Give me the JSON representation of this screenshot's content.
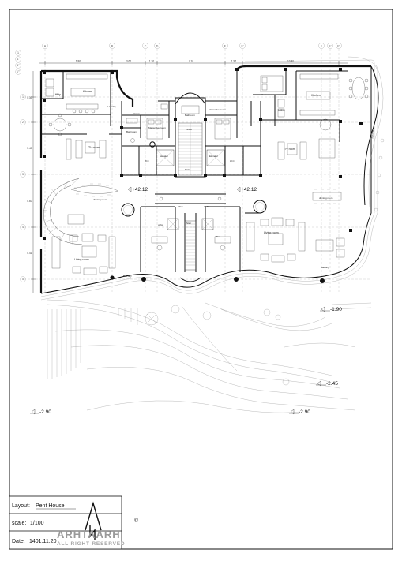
{
  "title_block": {
    "layout_label": "Layout:",
    "layout_value": "Pent House",
    "scale_label": "scale:",
    "scale_value": "1/100",
    "date_label": "Date:",
    "date_value": "1401.11.20",
    "logo_text": "ARHTAARH",
    "rights_text": "ALL RIGHT RESERVED",
    "copyright_mark": "©"
  },
  "grid_axes": {
    "columns": [
      "A",
      "B",
      "C",
      "D",
      "E",
      "E'",
      "F",
      "F'",
      "F''"
    ],
    "rows": [
      "1",
      "2",
      "3",
      "4",
      "5"
    ],
    "top_rows": [
      "1",
      "1'",
      "1''",
      "1'''"
    ]
  },
  "dimensions": [
    "6.80",
    "3.60",
    "1.30",
    "7.10",
    "1.97",
    "10.40"
  ],
  "side_dimensions": [
    "5.30",
    "5.40",
    "5.60",
    "5.41"
  ],
  "levels": {
    "upper_left": "+42.12",
    "upper_right": "+42.12",
    "east_1": "-1.90",
    "east_2": "-2.45",
    "south_left": "-2.90",
    "south_right": "-2.90"
  },
  "rooms": {
    "utility_left": "Utility",
    "kitchen_left": "Kitchen",
    "laundry": "Laundry",
    "closet": "Closet",
    "bathroom_center": "Bathroom",
    "master_bedroom_left": "Master bedroom",
    "master_bedroom_right": "Master bedroom",
    "bathroom_left": "Bathroom",
    "wc_left": "W.C",
    "wc_right": "W.C",
    "elevator_left": "Elevator",
    "elevator_right": "Elevator",
    "stair_main": "Stair",
    "shaft": "Shaft",
    "tv_room_left": "TV room",
    "tv_room_right": "TV room",
    "master_bedroom_top": "Master bedroom",
    "utility_right": "Utility",
    "kitchen_right": "Kitchen",
    "dining_left": "dinning room",
    "dining_right": "dinning room",
    "office_left": "office",
    "office_right": "office",
    "stair_lower": "Stair",
    "wc_mid_left": "W.C",
    "wc_mid_right": "W.C",
    "living_left": "Living room",
    "living_right": "Living room",
    "balcony_left": "Balcony",
    "balcony_right": "Balcony",
    "balcony_east": "Balcony"
  },
  "colors": {
    "ink": "#111111",
    "grid": "#9a9a9a",
    "logo": "#9a9a9a"
  }
}
